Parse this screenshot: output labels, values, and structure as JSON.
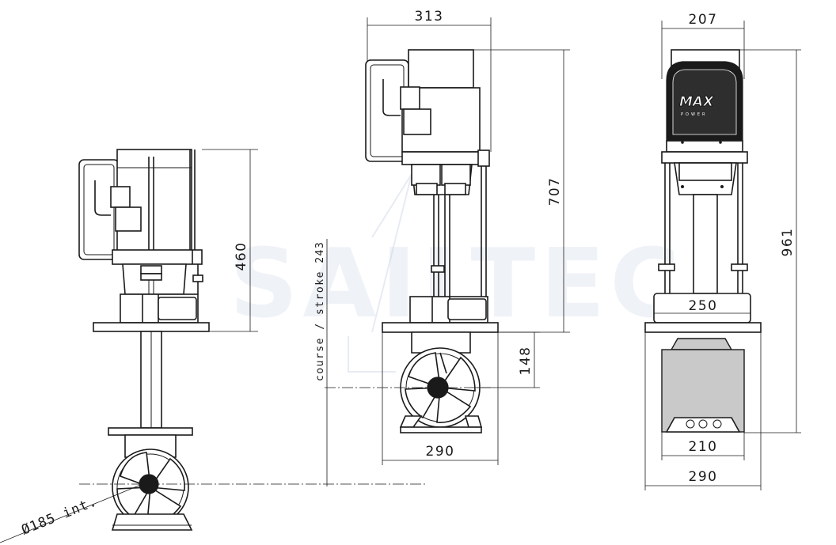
{
  "watermark": "SAILTEC",
  "logo": {
    "brand": "MAX",
    "sub": "POWER"
  },
  "dimensions": {
    "side_height": "460",
    "side_diameter": "Ø185 int.",
    "front_width": "313",
    "front_height": "707",
    "front_course": "course / stroke 243",
    "front_thruster": "148",
    "front_base": "290",
    "rear_width": "207",
    "rear_total_height": "961",
    "rear_plate": "250",
    "rear_tunnel": "210",
    "rear_base": "290"
  }
}
